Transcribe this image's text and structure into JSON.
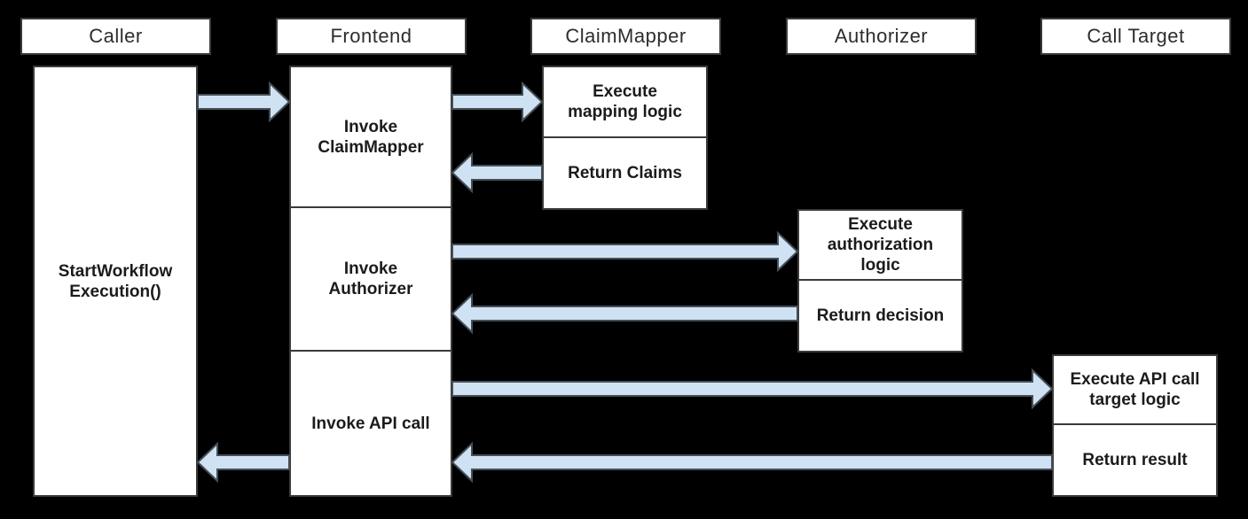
{
  "diagram": {
    "colors": {
      "background": "#000000",
      "box_fill": "#ffffff",
      "box_border": "#3a3a3a",
      "arrow_fill": "#cfe2f3",
      "arrow_border": "#454f58",
      "header_text": "#2d2d2d",
      "label_text": "#1b1b1b"
    },
    "lanes": [
      {
        "label": "Caller"
      },
      {
        "label": "Frontend"
      },
      {
        "label": "ClaimMapper"
      },
      {
        "label": "Authorizer"
      },
      {
        "label": "Call Target"
      }
    ],
    "caller": {
      "label": "StartWorkflow\nExecution()"
    },
    "frontend_segments": [
      {
        "label": "Invoke\nClaimMapper"
      },
      {
        "label": "Invoke\nAuthorizer"
      },
      {
        "label": "Invoke API call"
      }
    ],
    "claimmapper_steps": [
      {
        "label": "Execute\nmapping logic"
      },
      {
        "label": "Return Claims"
      }
    ],
    "authorizer_steps": [
      {
        "label": "Execute\nauthorization\nlogic"
      },
      {
        "label": "Return decision"
      }
    ],
    "calltarget_steps": [
      {
        "label": "Execute API call\ntarget logic"
      },
      {
        "label": "Return result"
      }
    ],
    "arrows": [
      {
        "from": "Caller",
        "to": "Frontend",
        "direction": "right"
      },
      {
        "from": "Frontend",
        "to": "ClaimMapper: Execute mapping logic",
        "direction": "right"
      },
      {
        "from": "ClaimMapper: Return Claims",
        "to": "Frontend",
        "direction": "left"
      },
      {
        "from": "Frontend",
        "to": "Authorizer: Execute authorization logic",
        "direction": "right"
      },
      {
        "from": "Authorizer: Return decision",
        "to": "Frontend",
        "direction": "left"
      },
      {
        "from": "Frontend",
        "to": "Call Target: Execute API call target logic",
        "direction": "right"
      },
      {
        "from": "Call Target: Return result",
        "to": "Frontend",
        "direction": "left"
      },
      {
        "from": "Frontend",
        "to": "Caller",
        "direction": "left"
      }
    ]
  }
}
